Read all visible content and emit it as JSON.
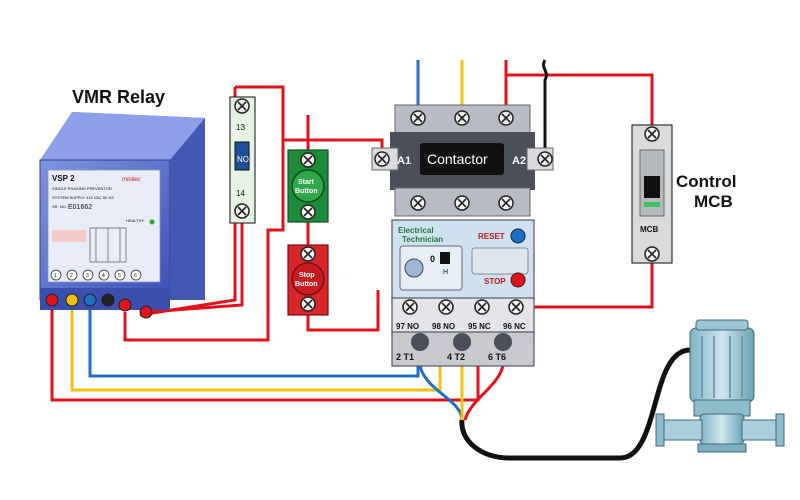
{
  "vmr": {
    "title": "VMR Relay",
    "model": "VSP 2",
    "subtitle": "SINGLE PHASING PREVENTOR",
    "brand": "minilec",
    "supply": "SYSTEM SUPPLY 415 VAC  50 HZ",
    "serial_label": "SR. NO.",
    "serial": "E01662",
    "healthy": "HEALTHY",
    "terminals": [
      "1",
      "2",
      "3",
      "4",
      "5",
      "6"
    ]
  },
  "no_switch": {
    "top": "13",
    "mid": "NO",
    "bottom": "14"
  },
  "start_button": {
    "line1": "Start",
    "line2": "Button"
  },
  "stop_button": {
    "line1": "Stop",
    "line2": "Button"
  },
  "contactor": {
    "label": "Contactor",
    "a1": "A1",
    "a2": "A2"
  },
  "overload": {
    "brand1": "Electrical",
    "brand2": "Technician",
    "reset": "RESET",
    "stop": "STOP",
    "dial": "0",
    "dial_sub": "H",
    "aux_terminals": [
      "97 NO",
      "98 NO",
      "95 NC",
      "96 NC"
    ],
    "main_terminals": [
      "2 T1",
      "4 T2",
      "6 T6"
    ]
  },
  "mcb": {
    "title1": "Control",
    "title2": "MCB",
    "label": "MCB"
  },
  "colors": {
    "red": "#e0121b",
    "yellow": "#f4c20d",
    "blue": "#1f6fc4",
    "black": "#111111",
    "button_green": "#1e8b3a",
    "button_red": "#d8262a",
    "relay_blue": "#4e66c9",
    "contactor_body": "#4a4f5a"
  },
  "icons": [
    "screw-terminal-icon",
    "motor-pump-icon",
    "settings-dial-icon"
  ]
}
